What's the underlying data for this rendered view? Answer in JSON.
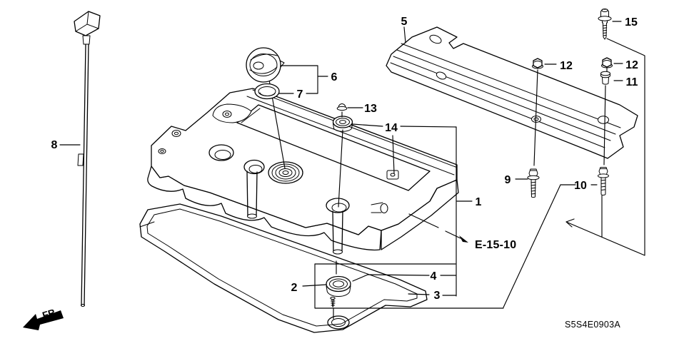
{
  "figure": {
    "diagram_code": "S5S4E0903A",
    "cross_reference": "E-15-10",
    "front_label": "FR.",
    "callouts": {
      "1": "1",
      "2": "2",
      "3": "3",
      "4": "4",
      "5": "5",
      "6": "6",
      "7": "7",
      "8": "8",
      "9": "9",
      "10": "10",
      "11": "11",
      "12a": "12",
      "12b": "12",
      "13": "13",
      "14": "14",
      "15": "15"
    }
  }
}
